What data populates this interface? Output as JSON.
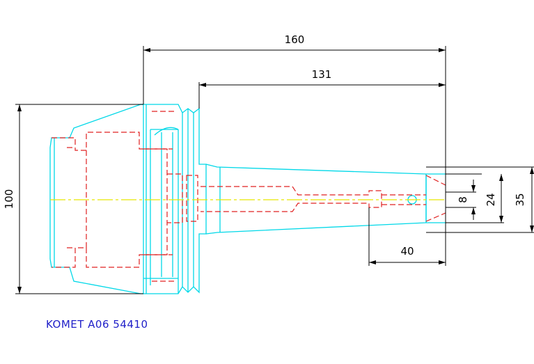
{
  "drawing": {
    "caption": "KOMET A06 54410",
    "dimensions": {
      "overall_length": "160",
      "shank_length": "131",
      "flange_diameter": "100",
      "bore_length": "40",
      "bore_diameter": "8",
      "neck_diameter": "24",
      "shank_diameter": "35"
    }
  },
  "colors": {
    "outline": "cyan",
    "hidden_lines": "red",
    "center_line": "yellow",
    "dimensions": "black",
    "caption": "blue"
  }
}
